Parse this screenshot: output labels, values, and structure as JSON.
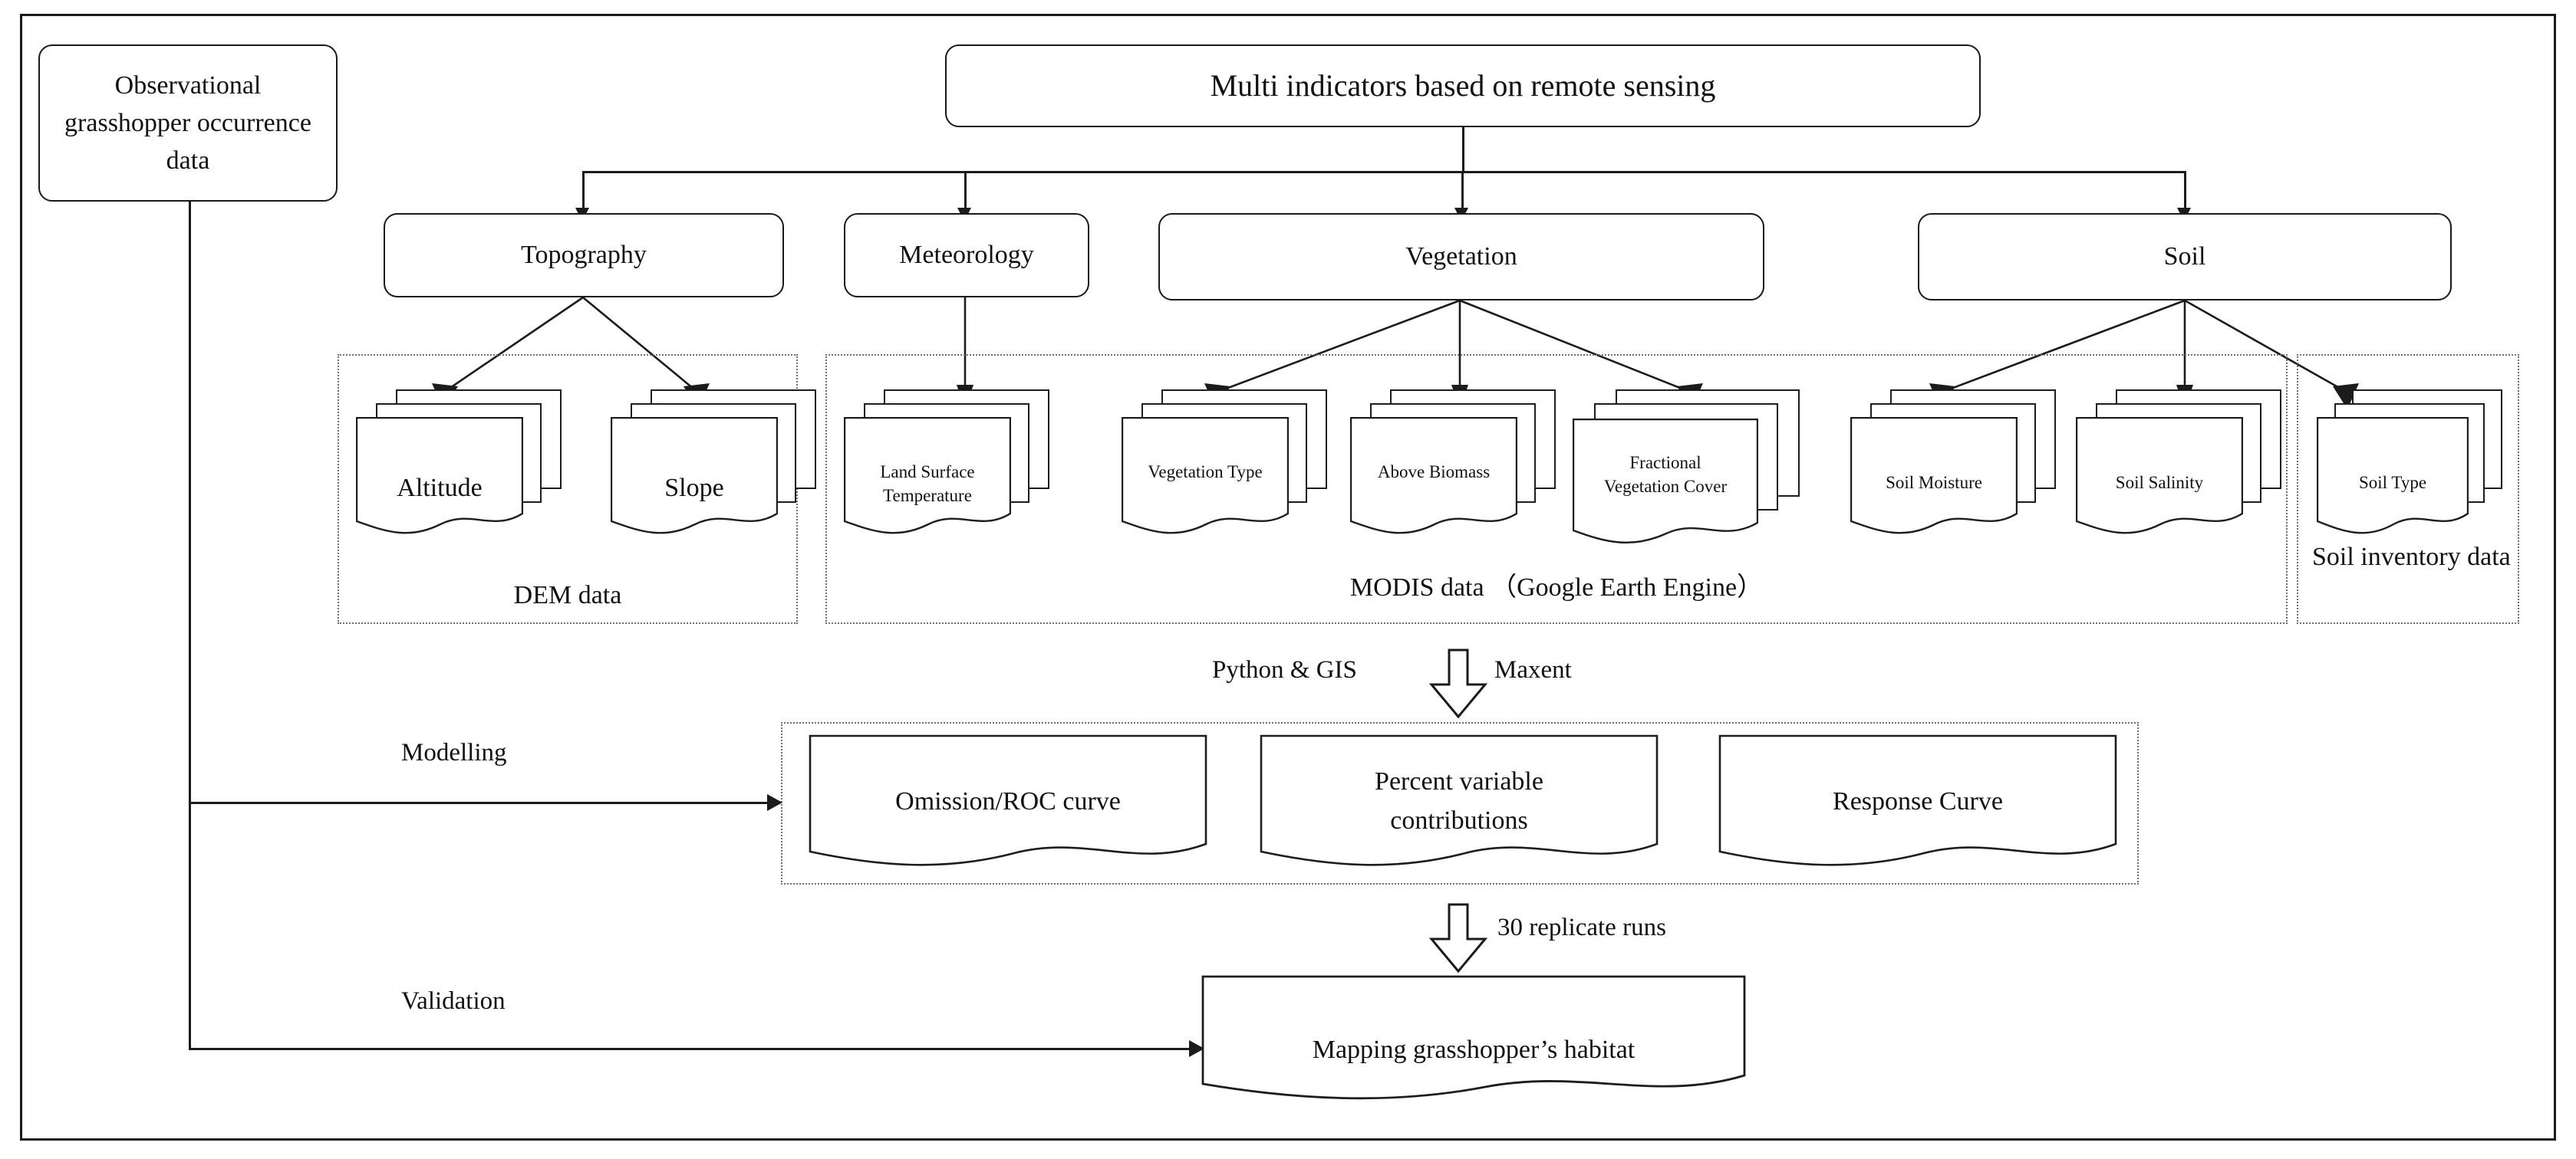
{
  "diagram": {
    "title_node": "Multi indicators based on remote sensing",
    "observational_node": "Observational grasshopper occurrence data",
    "categories": [
      {
        "id": "topography",
        "label": "Topography"
      },
      {
        "id": "meteorology",
        "label": "Meteorology"
      },
      {
        "id": "vegetation",
        "label": "Vegetation"
      },
      {
        "id": "soil",
        "label": "Soil"
      }
    ],
    "data_layers": [
      {
        "id": "altitude",
        "label": "Altitude"
      },
      {
        "id": "slope",
        "label": "Slope"
      },
      {
        "id": "land-surface-temperature",
        "label": "Land Surface Temperature"
      },
      {
        "id": "vegetation-type",
        "label": "Vegetation Type"
      },
      {
        "id": "above-biomass",
        "label": "Above Biomass"
      },
      {
        "id": "fractional-vegetation-cover",
        "label": "Fractional Vegetation Cover"
      },
      {
        "id": "soil-moisture",
        "label": "Soil Moisture"
      },
      {
        "id": "soil-salinity",
        "label": "Soil Salinity"
      },
      {
        "id": "soil-type",
        "label": "Soil Type"
      }
    ],
    "data_groups": [
      {
        "id": "dem",
        "label": "DEM data"
      },
      {
        "id": "modis",
        "label": "MODIS data （Google Earth Engine）"
      },
      {
        "id": "soil-inventory",
        "label": "Soil inventory data"
      }
    ],
    "process_arrow_top": {
      "left_label": "Python & GIS",
      "right_label": "Maxent"
    },
    "process_arrow_bottom": {
      "right_label": "30 replicate runs"
    },
    "stages": [
      {
        "id": "modelling",
        "label": "Modelling"
      },
      {
        "id": "validation",
        "label": "Validation"
      }
    ],
    "model_outputs": [
      {
        "id": "omission-roc-curve",
        "label": "Omission/ROC  curve"
      },
      {
        "id": "percent-variable-contributions",
        "label": "Percent variable contributions"
      },
      {
        "id": "response-curve",
        "label": "Response Curve"
      }
    ],
    "result_node": "Mapping grasshopper’s habitat",
    "colors": {
      "stroke": "#1b1b1b",
      "dotted_stroke": "#6f6f6f",
      "background": "#ffffff"
    }
  }
}
